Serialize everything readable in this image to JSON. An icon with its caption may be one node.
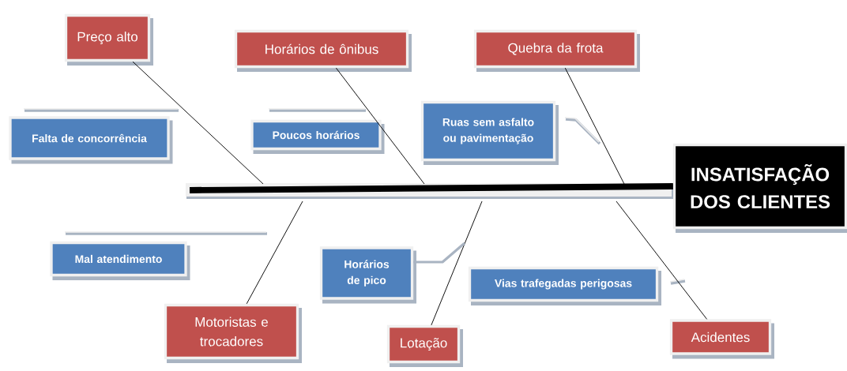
{
  "diagram": {
    "nodes": [
      {
        "text": [
          "Preço alto"
        ]
      },
      {
        "text": [
          "Horários de ônibus"
        ]
      },
      {
        "text": [
          "Quebra da frota"
        ]
      },
      {
        "text": [
          "Falta de concorrência"
        ]
      },
      {
        "text": [
          "Poucos horários"
        ]
      },
      {
        "text": [
          "Ruas sem asfalto ou pavimentação"
        ]
      },
      {
        "text": [
          "INSATISFAÇÃO DOS CLIENTES"
        ]
      },
      {
        "text": [
          "Mal atendimento"
        ]
      },
      {
        "text": [
          "Horários de pico"
        ]
      },
      {
        "text": [
          "Vias trafegadas perigosas"
        ]
      },
      {
        "text": [
          "Motoristas e trocadores"
        ]
      },
      {
        "text": [
          "Lotação"
        ]
      },
      {
        "text": [
          "Acidentes"
        ]
      }
    ],
    "edges": [
      {
        "from": null,
        "to": 6,
        "arrow": "none",
        "style": "thick"
      },
      {
        "from": 0,
        "to": null,
        "arrow": "none"
      },
      {
        "from": 1,
        "to": null,
        "arrow": "none"
      },
      {
        "from": 2,
        "to": null,
        "arrow": "none"
      },
      {
        "from": 10,
        "to": null,
        "arrow": "none"
      },
      {
        "from": 11,
        "to": null,
        "arrow": "none"
      },
      {
        "from": 12,
        "to": null,
        "arrow": "none"
      },
      {
        "from": 8,
        "to": null,
        "arrow": "none",
        "style": "thick",
        "color": "#a9b4c2"
      }
    ]
  }
}
